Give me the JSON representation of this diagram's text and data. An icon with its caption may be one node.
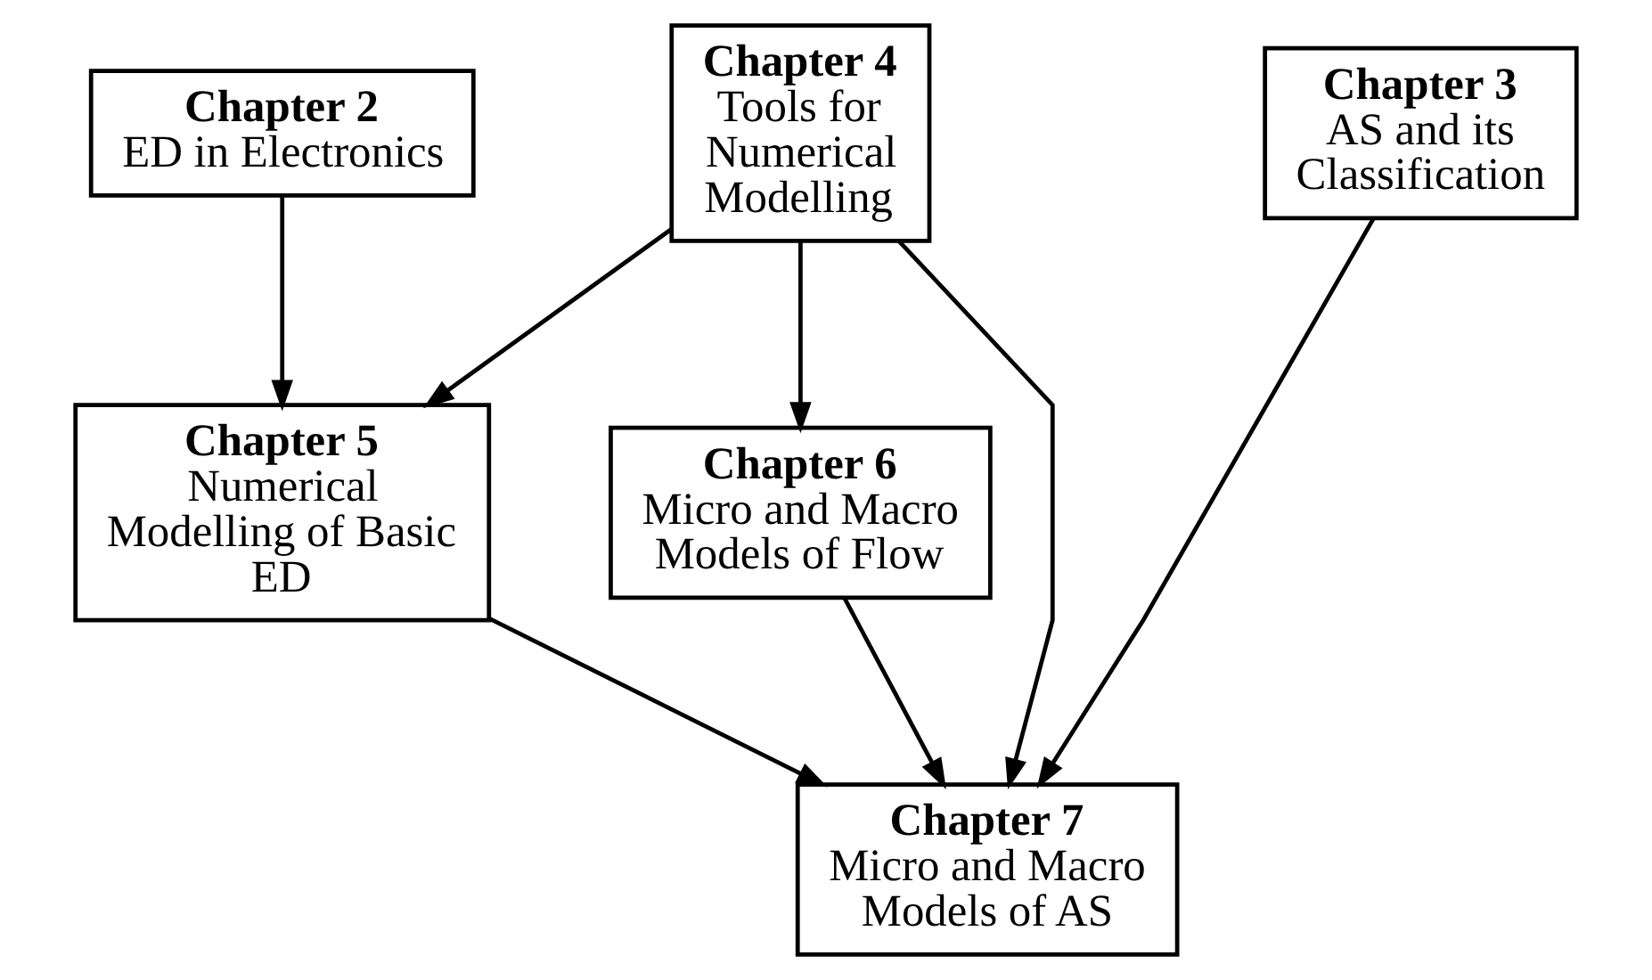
{
  "diagram": {
    "nodes": [
      {
        "text": [
          "Chapter 2",
          "ED in Electronics"
        ]
      },
      {
        "text": [
          "Chapter 4",
          "Tools for Numerical Modelling"
        ]
      },
      {
        "text": [
          "Chapter 3",
          "AS and its Classification"
        ]
      },
      {
        "text": [
          "Chapter 5",
          "Numerical Modelling of Basic ED"
        ]
      },
      {
        "text": [
          "Chapter 6",
          "Micro and Macro Models of Flow"
        ]
      },
      {
        "text": [
          "Chapter 7",
          "Micro and Macro Models of AS"
        ]
      }
    ],
    "edges": [
      {
        "from": 0,
        "to": 3,
        "arrow": "to"
      },
      {
        "from": 1,
        "to": 3,
        "arrow": "to"
      },
      {
        "from": 1,
        "to": 5,
        "arrow": "to"
      },
      {
        "from": 1,
        "to": 4,
        "arrow": "to"
      },
      {
        "from": 2,
        "to": 5,
        "arrow": "to"
      },
      {
        "from": 3,
        "to": 5,
        "arrow": "to"
      },
      {
        "from": 4,
        "to": 5,
        "arrow": "to"
      }
    ]
  }
}
